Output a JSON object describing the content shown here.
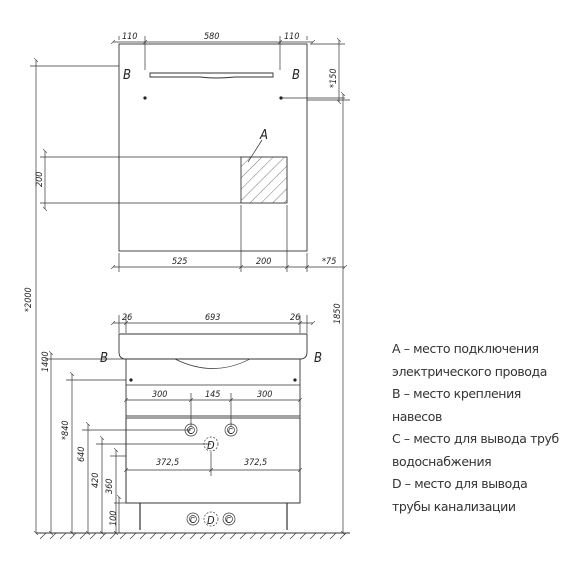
{
  "dimensions": {
    "mirror_top_110_left": "110",
    "mirror_top_580": "580",
    "mirror_top_110_right": "110",
    "mirror_150": "*150",
    "mirror_200": "200",
    "mirror_bottom_525": "525",
    "mirror_bottom_200": "200",
    "mirror_bottom_75": "*75",
    "total_2000": "*2000",
    "total_1850": "1850",
    "cabinet_26_left": "26",
    "cabinet_693": "693",
    "cabinet_26_right": "26",
    "cabinet_1400": "1400",
    "cabinet_300_left": "300",
    "cabinet_145": "145",
    "cabinet_300_right": "300",
    "cabinet_840": "*840",
    "cabinet_640": "640",
    "cabinet_420": "420",
    "cabinet_360": "360",
    "cabinet_372_left": "372,5",
    "cabinet_372_right": "372,5",
    "cabinet_100": "100"
  },
  "markers": {
    "A": "A",
    "B": "B",
    "C": "C",
    "D": "D"
  },
  "legend": [
    "A – место подключения",
    "электрического провода",
    "B – место крепления",
    "навесов",
    "C – место для вывода труб",
    "водоснабжения",
    "D – место для вывода",
    "трубы канализации"
  ]
}
